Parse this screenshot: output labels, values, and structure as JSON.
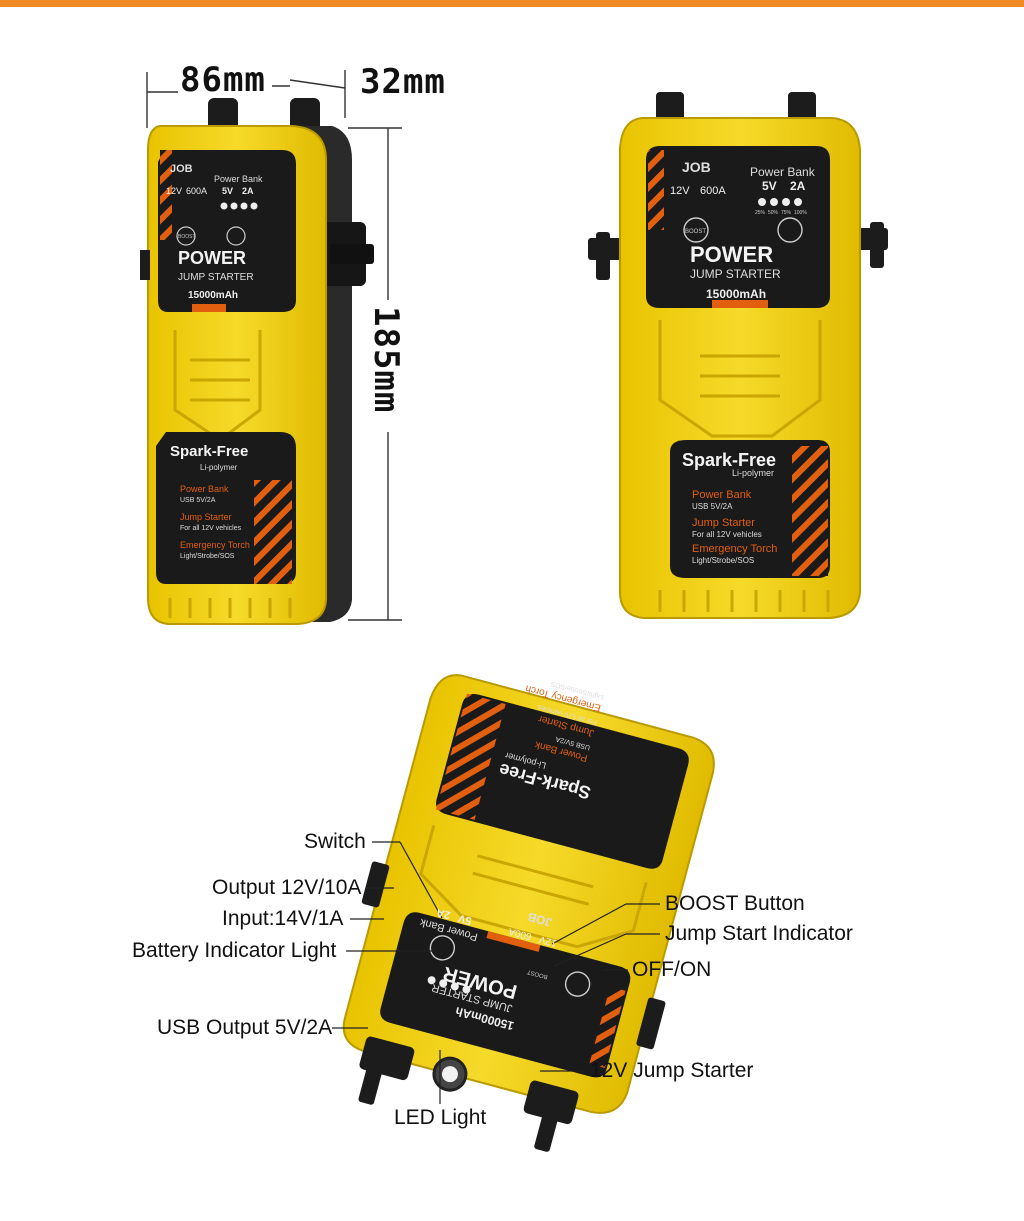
{
  "colors": {
    "accent_bar": "#f08a24",
    "body_yellow": "#f2d21b",
    "body_yellow_dark": "#d9b400",
    "panel_black": "#1a1a1a",
    "stripe_orange": "#e25f10"
  },
  "dimensions": {
    "width": "86mm",
    "depth": "32mm",
    "height": "185mm"
  },
  "device": {
    "brand": "JOB",
    "rating": "12V",
    "current": "600A",
    "power_bank_label": "Power Bank",
    "power_bank_rating": "5V",
    "power_bank_current": "2A",
    "percent_levels": [
      "25%",
      "50%",
      "75%",
      "100%"
    ],
    "boost_label": "BOOST",
    "title": "POWER",
    "subtitle": "JUMP STARTER",
    "capacity": "15000mAh",
    "spark_free": "Spark-Free",
    "li_polymer": "Li-polymer",
    "features": [
      {
        "name": "Power Bank",
        "detail": "USB 5V/2A"
      },
      {
        "name": "Jump Starter",
        "detail": "For all 12V vehicles"
      },
      {
        "name": "Emergency Torch",
        "detail": "Light/Strobe/SOS"
      }
    ]
  },
  "callouts": {
    "switch": "Switch",
    "output": "Output 12V/10A",
    "input": "Input:14V/1A",
    "battery_indicator": "Battery Indicator Light",
    "usb_output": "USB Output 5V/2A",
    "led_light": "LED Light",
    "boost_button": "BOOST Button",
    "jump_start_indicator": "Jump Start Indicator",
    "off_on": "OFF/ON",
    "jump_starter_12v": "12V Jump Starter"
  }
}
